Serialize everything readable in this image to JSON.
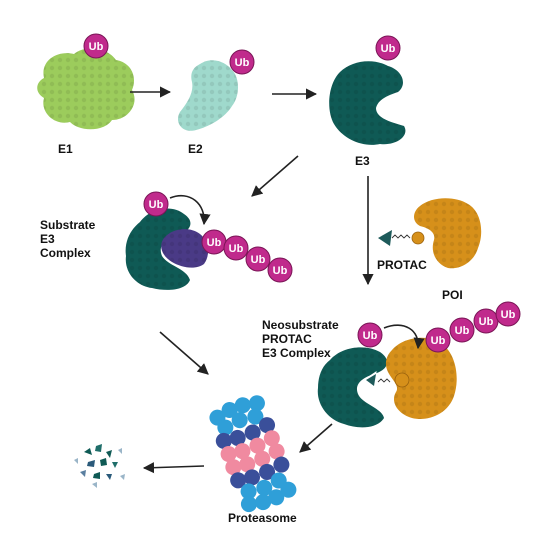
{
  "labels": {
    "e1": "E1",
    "e2": "E2",
    "e3": "E3",
    "substrate_complex": [
      "Substrate",
      "E3",
      "Complex"
    ],
    "protac": "PROTAC",
    "poi": "POI",
    "neosubstrate_complex": [
      "Neosubstrate",
      "PROTAC",
      "E3 Complex"
    ],
    "proteasome": "Proteasome"
  },
  "ubiquitin_tag": "Ub",
  "colors": {
    "e1": "#9ccc5c",
    "e2": "#9fd9cc",
    "e3": "#0f5a55",
    "substrate": "#4a3a86",
    "poi": "#d6901a",
    "ubiquitin": "#c02a8c",
    "protac_triangle": "#1e5a5a",
    "proteasome_blue": "#2f9fd8",
    "proteasome_pink": "#f08aa0",
    "proteasome_navy": "#3a4f9a",
    "arrow": "#222222"
  }
}
